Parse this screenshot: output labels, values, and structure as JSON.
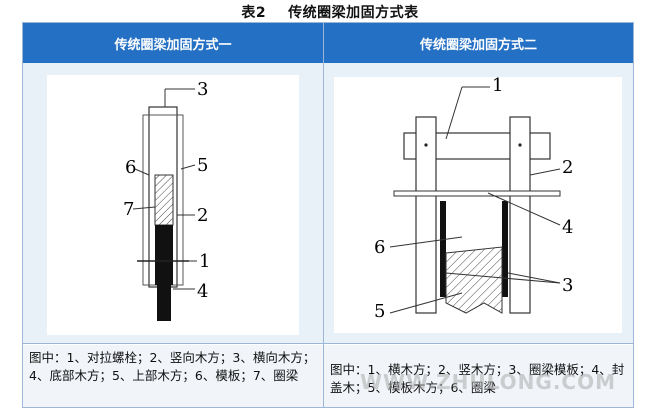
{
  "table_title": {
    "number": "表2",
    "text": "传统圈梁加固方式表"
  },
  "columns": [
    {
      "header": "传统圈梁加固方式一",
      "caption": "图中：1、对拉螺栓；2、竖向木方；3、横向木方；4、底部木方；5、上部木方；6、模板；7、圈梁"
    },
    {
      "header": "传统圈梁加固方式二",
      "caption": "图中：1、横木方；2、竖木方；3、圈梁模板；4、封盖木；5、模板木方；6、圈梁"
    }
  ],
  "figure1_labels": [
    "3",
    "6",
    "5",
    "7",
    "2",
    "1",
    "4"
  ],
  "figure2_labels": [
    "1",
    "2",
    "4",
    "6",
    "3",
    "5"
  ],
  "watermark": "WWW.ZHULONG.COM"
}
